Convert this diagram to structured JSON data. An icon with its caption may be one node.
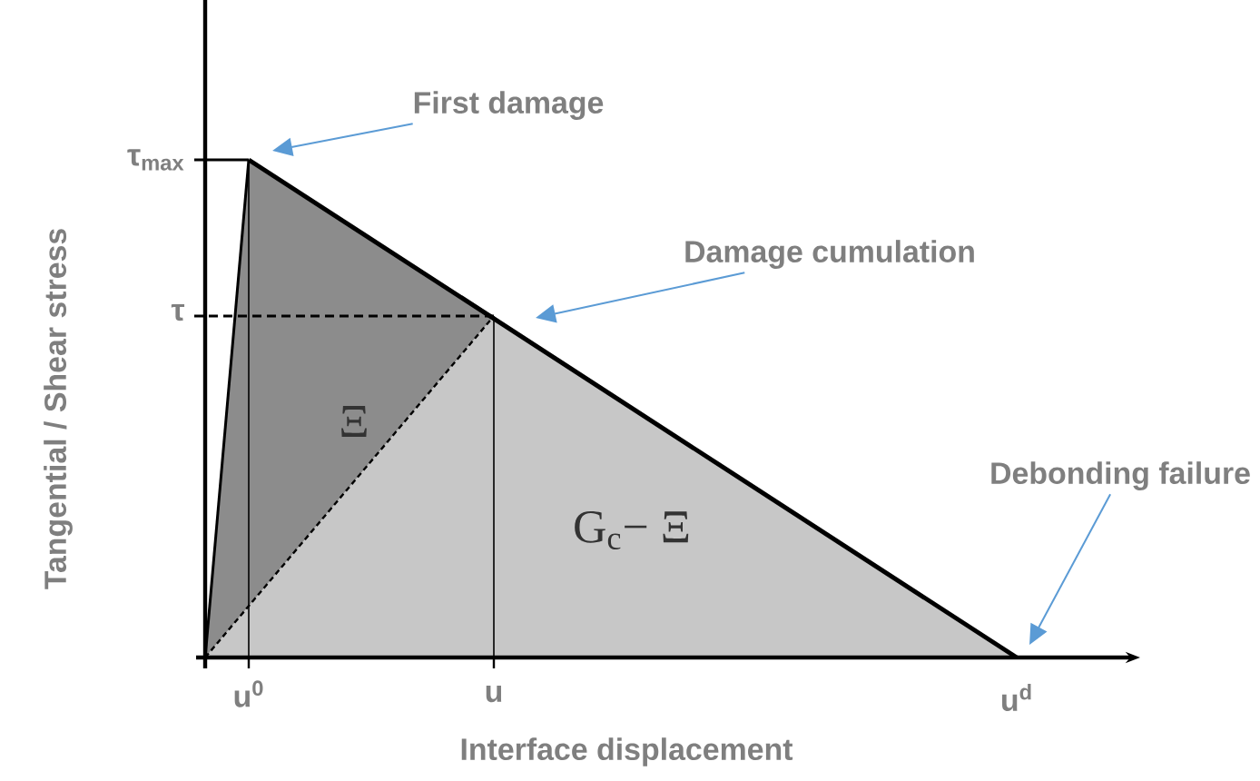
{
  "diagram": {
    "nodes": [
      {
        "text": [
          "First damage"
        ]
      },
      {
        "text": [
          "Damage cumulation"
        ]
      },
      {
        "text": [
          "Debonding failure"
        ]
      }
    ],
    "edges": [
      {
        "from": 0,
        "to": null,
        "arrow": "to"
      },
      {
        "from": 1,
        "to": null,
        "arrow": "to"
      },
      {
        "from": 2,
        "to": null,
        "arrow": "to"
      }
    ],
    "labels": [
      "τ$_{max}$",
      "τ",
      "Ξ",
      "G$_{c}$− Ξ",
      "u$^{0}$",
      "u",
      "u$^{d}$",
      "Tangential / Shear stress",
      "Interface displacement"
    ]
  }
}
